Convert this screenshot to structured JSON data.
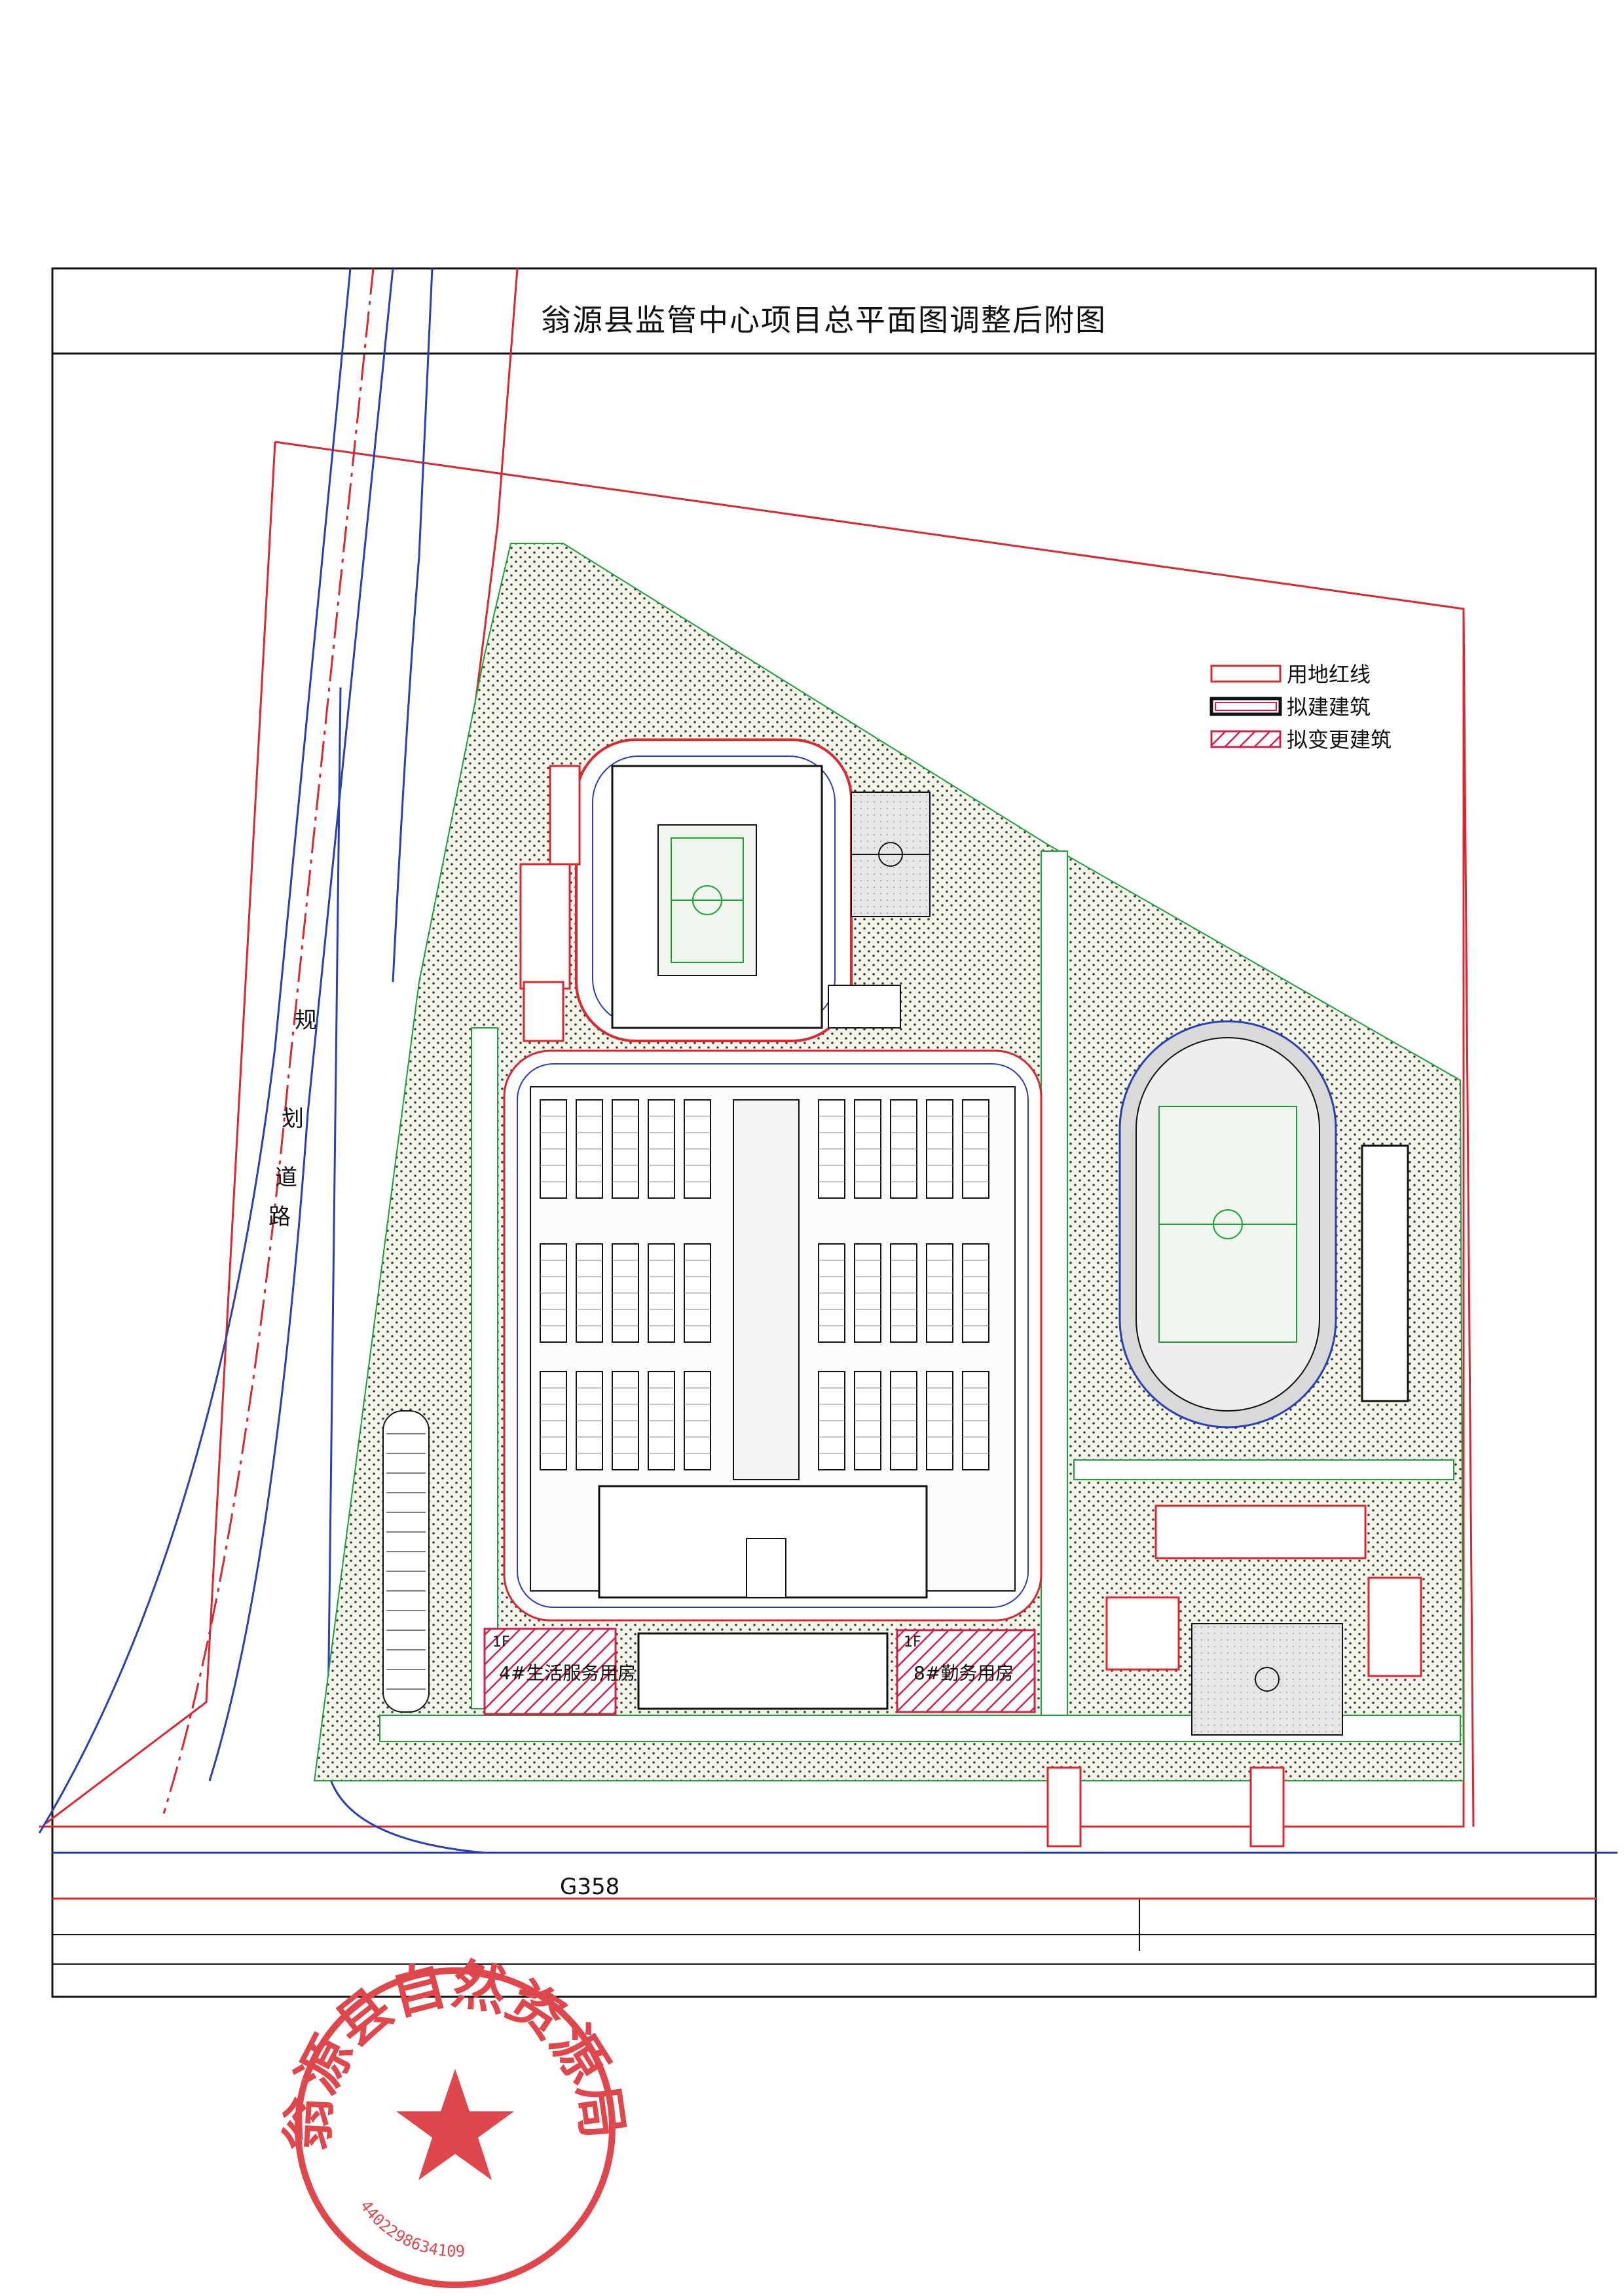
{
  "title": "翁源县监管中心项目总平面图调整后附图",
  "legend": {
    "items": [
      {
        "label": "用地红线"
      },
      {
        "label": "拟建建筑"
      },
      {
        "label": "拟变更建筑"
      }
    ]
  },
  "roads": {
    "highway": "G358",
    "planned_road": [
      "规",
      "划",
      "道",
      "路"
    ]
  },
  "buildings": {
    "service_4": {
      "label": "4#生活服务用房",
      "floor": "1F"
    },
    "service_8": {
      "label": "8#勤务用房",
      "floor": "1F"
    }
  },
  "seal": {
    "text": "翁源县自然资源局",
    "code": "4402298634109"
  },
  "colors": {
    "red_line": "#d9282f",
    "blue_line": "#2b3fb4",
    "green_line": "#1f9e3a",
    "seal": "#e0474c",
    "hatch": "#d2204a"
  }
}
